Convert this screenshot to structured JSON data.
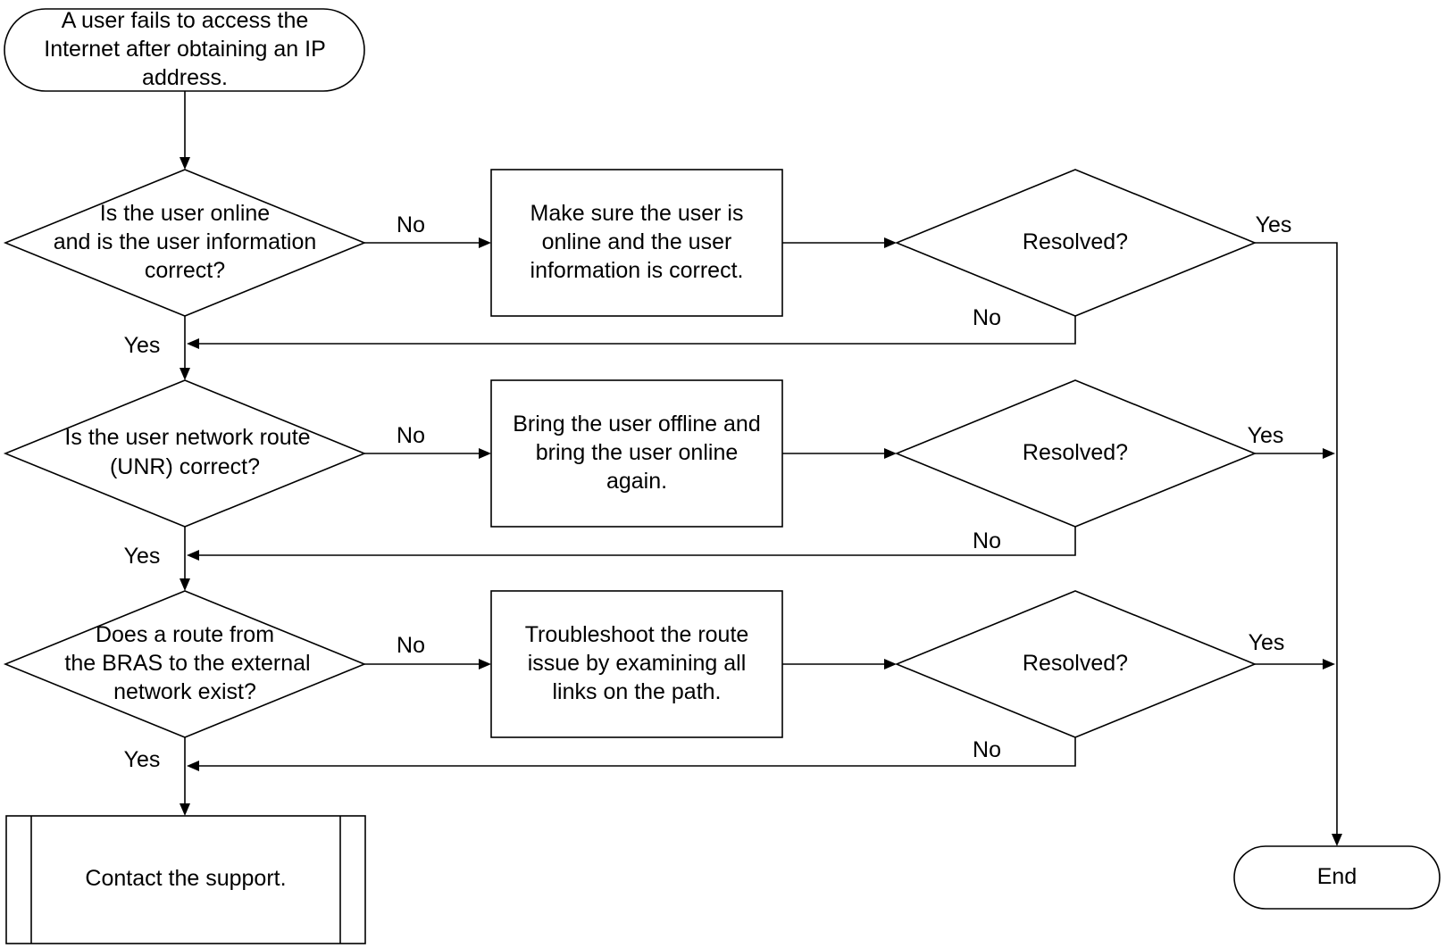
{
  "nodes": {
    "start": [
      "A user fails to access the",
      "Internet after obtaining an IP",
      "address."
    ],
    "q1": [
      "Is the user online",
      "and is the user information",
      "correct?"
    ],
    "a1": [
      "Make sure the user is",
      "online and the user",
      "information is correct."
    ],
    "r1": "Resolved?",
    "q2": [
      "Is the user network route",
      "(UNR) correct?"
    ],
    "a2": [
      "Bring the user offline and",
      "bring the user online",
      "again."
    ],
    "r2": "Resolved?",
    "q3": [
      "Does a route from",
      "the BRAS to the external",
      "network exist?"
    ],
    "a3": [
      "Troubleshoot the route",
      "issue by examining all",
      "links on the path."
    ],
    "r3": "Resolved?",
    "contact": "Contact the support.",
    "end": "End"
  },
  "labels": {
    "yes": "Yes",
    "no": "No"
  }
}
